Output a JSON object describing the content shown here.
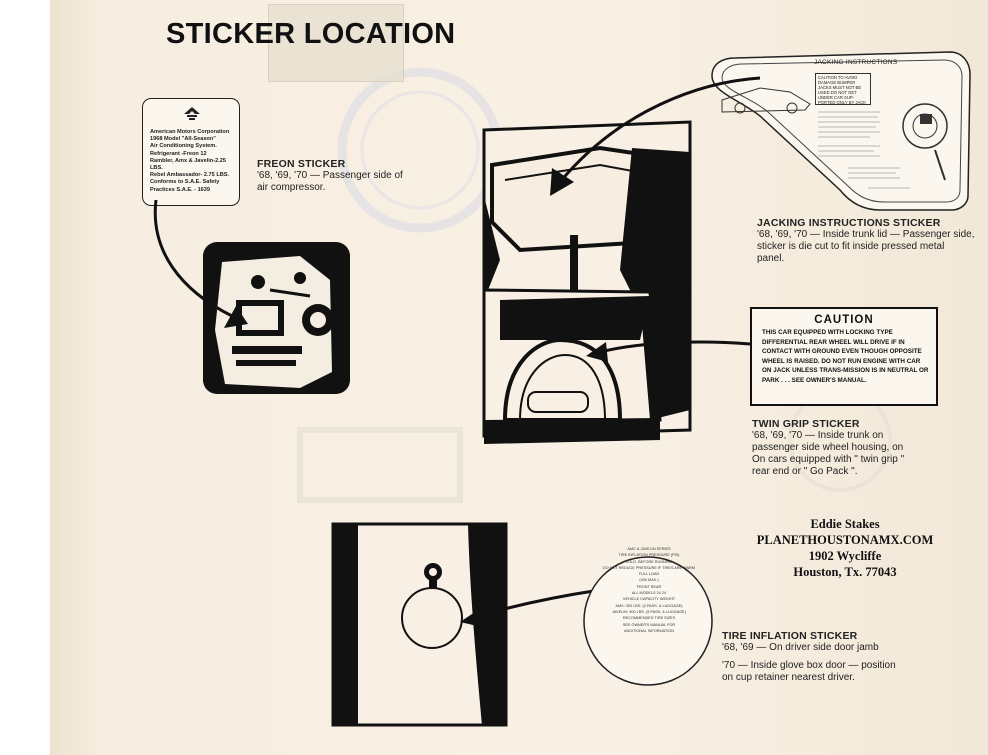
{
  "title": "STICKER LOCATION",
  "freon": {
    "sticker_lines": [
      "American Motors Corporation",
      "1968 Model \"All-Season\"",
      "Air Conditioning System.",
      "Refrigerant -Freon 12",
      "Rambler, Amx & Javelin-2.25 LBS.",
      "Rebel Ambassador- 2.75 LBS.",
      "Conforms to S.A.E. Safety",
      "Practices S.A.E. - 1639"
    ],
    "heading": "FREON STICKER",
    "line1": "'68, '69, '70 — Passenger side of",
    "line2": "air compressor."
  },
  "jacking": {
    "sticker_title": "JACKING INSTRUCTIONS",
    "sticker_caution": "CAUTION TO AVOID DAMAGE BUMPER JACKS MUST NOT BE USED DO NOT GET UNDER CAR SUP- PORTED ONLY BY JACK",
    "heading": "JACKING INSTRUCTIONS STICKER",
    "line1": "'68, '69, '70 — Inside trunk lid — Passenger side,",
    "line2": "sticker is die cut to fit inside pressed metal",
    "line3": "panel."
  },
  "caution": {
    "title": "CAUTION",
    "body": "THIS CAR EQUIPPED WITH LOCKING TYPE DIFFERENTIAL REAR WHEEL WILL DRIVE IF IN CONTACT WITH GROUND EVEN THOUGH OPPOSITE WHEEL IS RAISED. DO NOT RUN ENGINE WITH CAR ON JACK UNLESS TRANS-MISSION IS IN NEUTRAL OR PARK . . . SEE OWNER'S MANUAL."
  },
  "twin_grip": {
    "heading": "TWIN GRIP STICKER",
    "line1": "'68, '69, '70 — Inside trunk on",
    "line2": "passenger side wheel housing, on",
    "line3": "On cars equipped with \" twin grip \"",
    "line4": "rear end or \" Go Pack \"."
  },
  "credit": {
    "name": "Eddie Stakes",
    "site": "PLANETHOUSTONAMX.COM",
    "street": "1902 Wycliffe",
    "city": "Houston, Tx. 77043"
  },
  "tire": {
    "sticker_lines": [
      "AMC & JAVELIN SERIES",
      "TIRE INFLATION PRESSURE (PSI)",
      "COLD, BEFORE RUNNING",
      "DO NOT REDUCE PRESSURE IF TIRES ARE WARM",
      "",
      "FULL LOAD",
      "(400 MAX.)",
      "FRONT   REAR",
      "ALL MODELS    24    24",
      "",
      "VEHICLE CAPACITY WEIGHT",
      "AMX: 300 LBS. (2 PASS. & LUGGAGE)",
      "JAVELIN: 900 LBS. (5 PASS. & LUGGAGE)",
      "",
      "RECOMMENDED TIRE SIZES",
      "",
      "SEE OWNER'S MANUAL FOR",
      "ADDITIONAL INFORMATION"
    ],
    "heading": "TIRE INFLATION STICKER",
    "line1": "'68, '69 — On driver side door jamb",
    "line2": "'70 — Inside glove box door — position",
    "line3": "on cup retainer nearest driver."
  }
}
